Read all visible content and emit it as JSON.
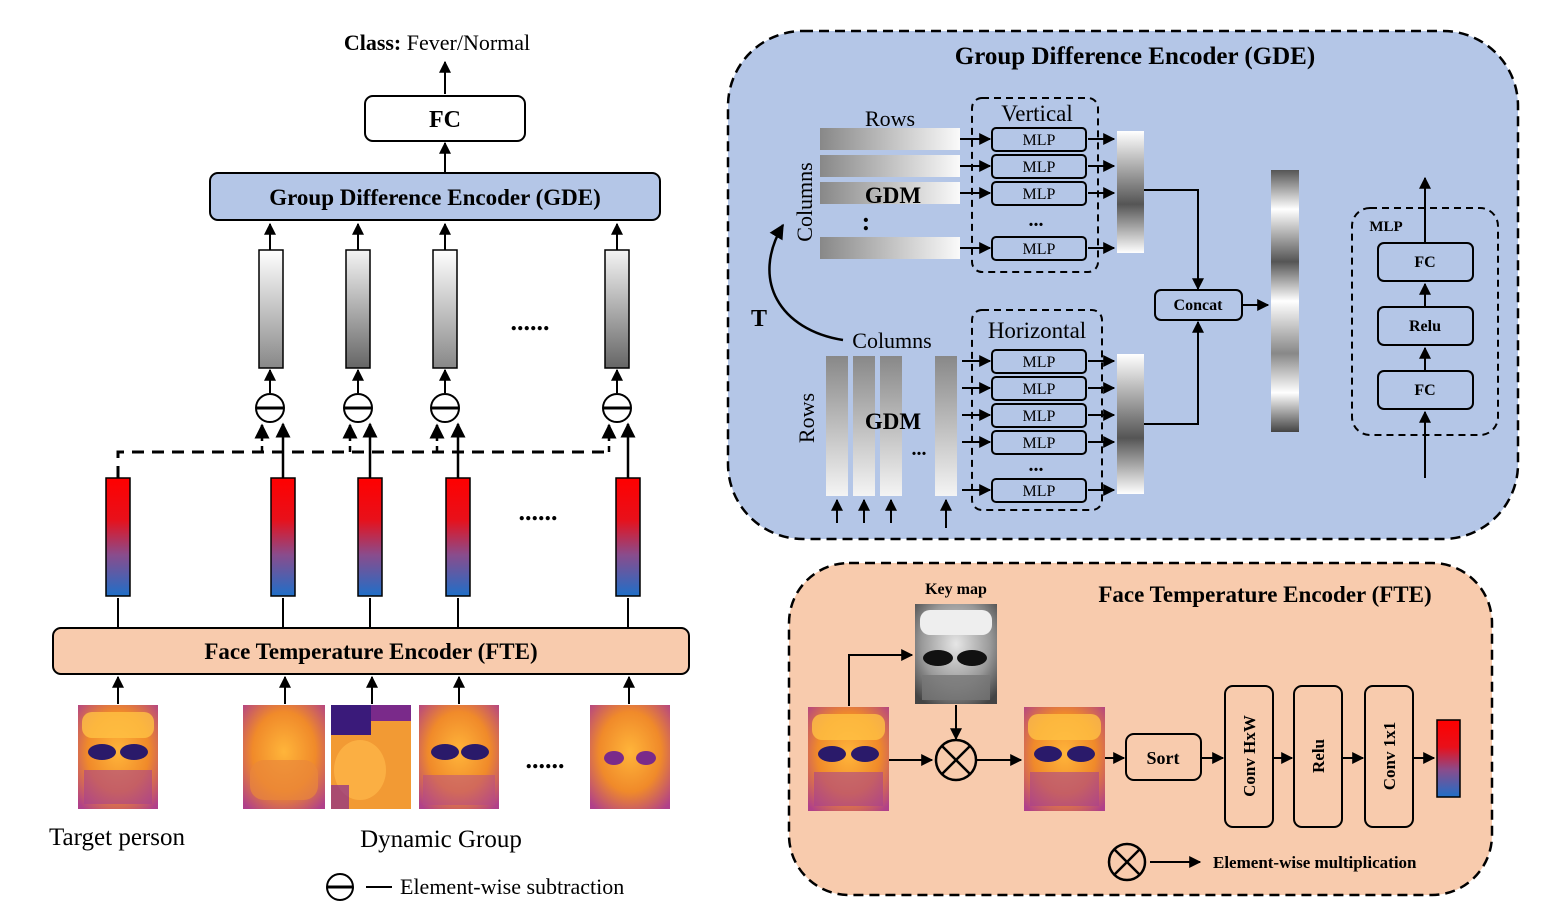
{
  "left": {
    "class_label_bold": "Class:",
    "class_label_value": "Fever/Normal",
    "fc": "FC",
    "gde": "Group Difference Encoder (GDE)",
    "fte": "Face Temperature Encoder (FTE)",
    "ellipsis": "......",
    "target_person": "Target person",
    "dynamic_group": "Dynamic Group",
    "legend_subtraction": "Element-wise subtraction"
  },
  "gde_panel": {
    "title": "Group Difference Encoder (GDE)",
    "rows": "Rows",
    "columns": "Columns",
    "vertical": "Vertical",
    "horizontal": "Horizontal",
    "gdm": "GDM",
    "mlp": "MLP",
    "t": "T",
    "concat": "Concat",
    "mlp_title": "MLP",
    "fc": "FC",
    "relu": "Relu",
    "dots": "...",
    "vdots": ":"
  },
  "fte_panel": {
    "title": "Face Temperature Encoder (FTE)",
    "key_map": "Key map",
    "sort": "Sort",
    "conv_hxw": "Conv HxW",
    "relu": "Relu",
    "conv_1x1": "Conv 1x1",
    "legend_mult": "Element-wise multiplication"
  },
  "colors": {
    "gde_fill": "#b4c6e7",
    "fte_fill": "#f8cbad",
    "heat_red": "#ff0000",
    "heat_blue": "#1f6fc8"
  }
}
